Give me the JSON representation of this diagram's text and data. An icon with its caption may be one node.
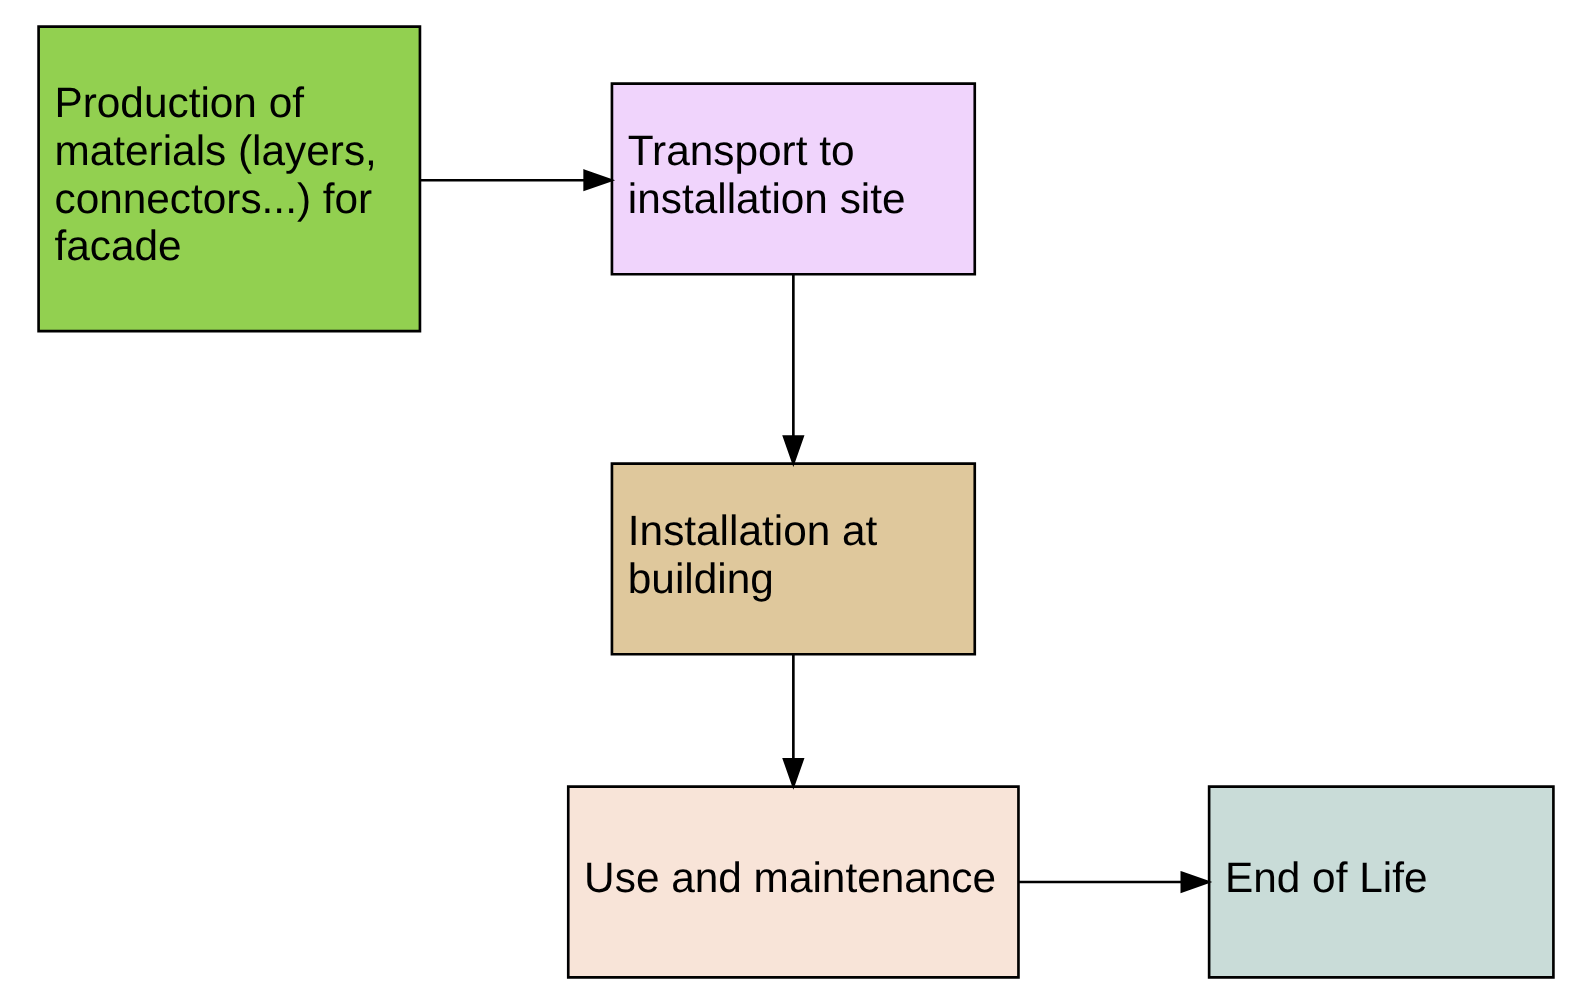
{
  "diagram": {
    "nodes": [
      {
        "text": [
          "Production of materials (layers, connectors...) for facade"
        ]
      },
      {
        "text": [
          "Transport to installation site"
        ]
      },
      {
        "text": [
          "Installation at building"
        ]
      },
      {
        "text": [
          "Use and maintenance"
        ]
      },
      {
        "text": [
          "End of Life"
        ]
      }
    ],
    "edges": [
      {
        "from": 0,
        "to": 1,
        "arrow": "to"
      },
      {
        "from": 1,
        "to": 2,
        "arrow": "to"
      },
      {
        "from": 2,
        "to": 3,
        "arrow": "to"
      },
      {
        "from": 3,
        "to": 4,
        "arrow": "to"
      }
    ]
  }
}
